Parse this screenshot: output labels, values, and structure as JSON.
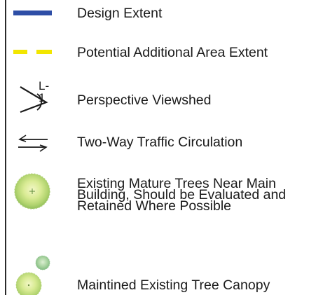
{
  "legend": {
    "items": [
      {
        "id": "design-extent",
        "label": "Design Extent",
        "symbol": "solid-line",
        "color": "#2e4ea6"
      },
      {
        "id": "potential-area",
        "label": "Potential Additional Area Extent",
        "symbol": "dashed-line",
        "color": "#f2e600"
      },
      {
        "id": "viewshed",
        "label": "Perspective Viewshed",
        "symbol": "viewshed-icon",
        "tag": "L-1"
      },
      {
        "id": "traffic",
        "label": "Two-Way Traffic Circulation",
        "symbol": "two-way-arrows-icon"
      },
      {
        "id": "mature-trees",
        "label_lines": [
          "Existing Mature Trees Near Main",
          "Building, Should be Evaluated and",
          "Retained Where Possible"
        ],
        "symbol": "tree-icon"
      },
      {
        "id": "tree-canopy",
        "label": "Maintined Existing Tree Canopy",
        "symbol": "tree-canopy-icon"
      }
    ]
  }
}
